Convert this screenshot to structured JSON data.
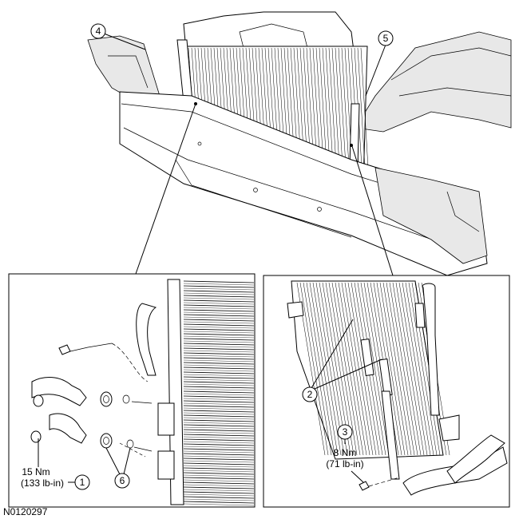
{
  "callouts": {
    "c1": "1",
    "c2": "2",
    "c3": "3",
    "c4": "4",
    "c5": "5",
    "c6": "6"
  },
  "torque_left": {
    "line1": "15 Nm",
    "line2": "(133 lb-in)"
  },
  "torque_right": {
    "line1": "8 Nm",
    "line2": "(71 lb-in)"
  },
  "figure_id": "N0120297"
}
